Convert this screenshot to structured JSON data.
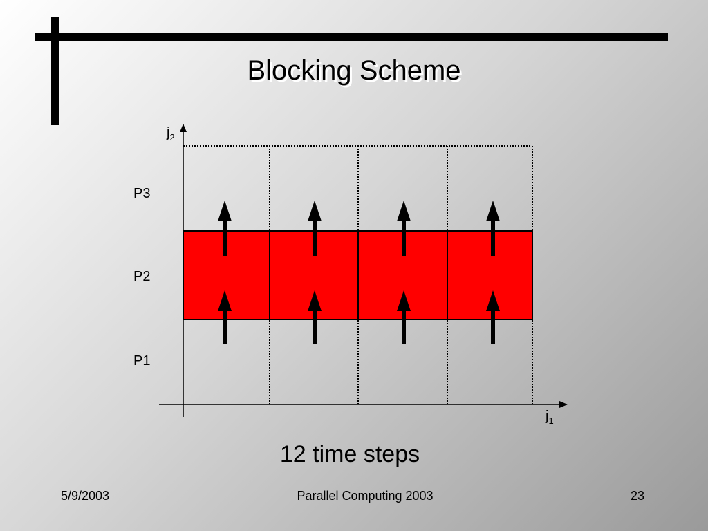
{
  "slide": {
    "title": "Blocking Scheme",
    "caption": "12 time steps",
    "footer": {
      "date": "5/9/2003",
      "course": "Parallel Computing 2003",
      "page": "23"
    }
  },
  "diagram": {
    "axes": {
      "x_label_base": "j",
      "x_label_sub": "1",
      "y_label_base": "j",
      "y_label_sub": "2"
    },
    "processors": [
      "P3",
      "P2",
      "P1"
    ],
    "highlighted_processor": "P2",
    "columns": 4,
    "rows": 3,
    "block_color": "#ff0000",
    "arrow_color": "#000000"
  }
}
